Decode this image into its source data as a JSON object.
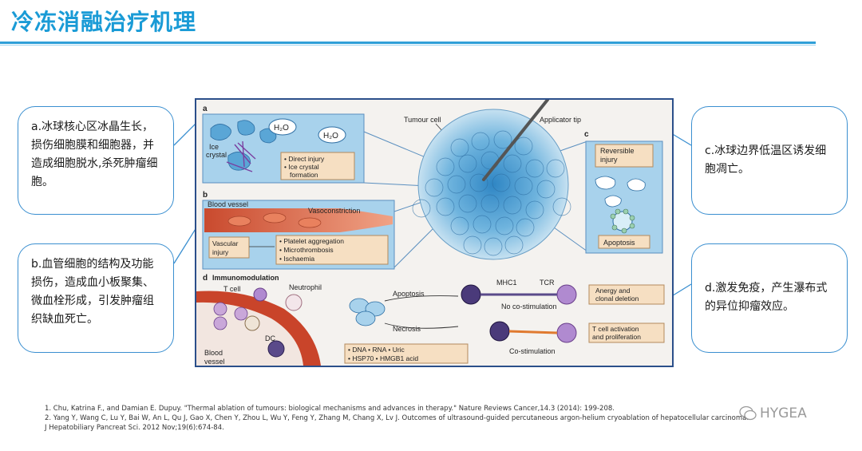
{
  "title": "冷冻消融治疗机理",
  "callouts": {
    "a": "a.冰球核心区冰晶生长，损伤细胞膜和细胞器，并造成细胞脱水,杀死肿瘤细胞。",
    "b": "b.血管细胞的结构及功能损伤，造成血小板聚集、微血栓形成，引发肿瘤组织缺血死亡。",
    "c": "c.冰球边界低温区诱发细胞凋亡。",
    "d": "d.激发免疫，产生瀑布式的异位抑瘤效应。"
  },
  "figure": {
    "panel_a": {
      "letter": "a",
      "h2o_1": "H₂O",
      "h2o_2": "H₂O",
      "ice_crystal_1": "Ice",
      "ice_crystal_2": "crystal",
      "bullet_1": "• Direct injury",
      "bullet_2a": "• Ice crystal",
      "bullet_2b": "formation"
    },
    "tumour_cell": "Tumour cell",
    "applicator_tip": "Applicator tip",
    "panel_b": {
      "letter": "b",
      "blood_vessel": "Blood vessel",
      "vasoconstriction": "Vasoconstriction",
      "vascular_1": "Vascular",
      "vascular_2": "injury",
      "bullet_1": "• Platelet aggregation",
      "bullet_2": "• Microthrombosis",
      "bullet_3": "• Ischaemia"
    },
    "panel_c": {
      "letter": "c",
      "reversible_1": "Reversible",
      "reversible_2": "injury",
      "apoptosis": "Apoptosis"
    },
    "panel_d": {
      "letter": "d",
      "heading": "Immunomodulation",
      "t_cell": "T cell",
      "neutrophil": "Neutrophil",
      "dc": "DC",
      "blood_1": "Blood",
      "blood_2": "vessel",
      "apoptosis": "Apoptosis",
      "necrosis": "Necrosis",
      "mhc1": "MHC1",
      "tcr": "TCR",
      "no_costim": "No co-stimulation",
      "costim": "Co-stimulation",
      "anergy_1": "Anergy and",
      "anergy_2": "clonal deletion",
      "activation_1": "T cell activation",
      "activation_2": "and proliferation",
      "damp_row1": "• DNA   • RNA   • Uric",
      "damp_row2": "• HSP70  • HMGB1    acid"
    }
  },
  "references": [
    "1.  Chu, Katrina F., and Damian E. Dupuy. \"Thermal ablation of tumours: biological mechanisms and advances in therapy.\" Nature Reviews Cancer,14.3 (2014): 199-208.",
    "2.   Yang Y, Wang C, Lu Y, Bai W, An L, Qu J, Gao X, Chen Y, Zhou L, Wu Y, Feng Y, Zhang M, Chang X, Lv J. Outcomes of ultrasound-guided percutaneous argon-helium cryoablation of hepatocellular carcinoma.",
    "     J Hepatobiliary Pancreat Sci. 2012 Nov;19(6):674-84."
  ],
  "logo": "HYGEA",
  "colors": {
    "title": "#1a9bd6",
    "callout_border": "#3a8fd0",
    "figure_border": "#2b4f8a",
    "cell_blue": "#5aa6d6"
  }
}
